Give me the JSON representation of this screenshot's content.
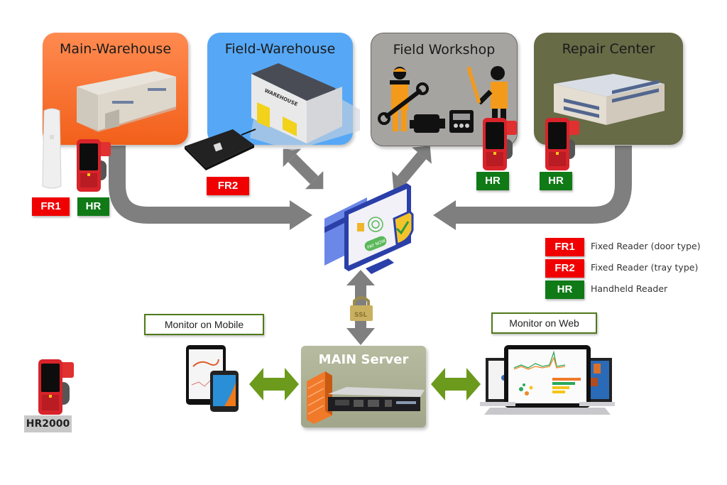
{
  "sites": [
    {
      "id": "main-warehouse",
      "title": "Main-Warehouse",
      "color": "#f26a22"
    },
    {
      "id": "field-warehouse",
      "title": "Field-Warehouse",
      "color": "#56a8f6"
    },
    {
      "id": "field-workshop",
      "title": "Field Workshop",
      "color": "#a6a4a1"
    },
    {
      "id": "repair-center",
      "title": "Repair Center",
      "color": "#676b46"
    }
  ],
  "tags": {
    "main_fr1": "FR1",
    "main_hr": "HR",
    "field_warehouse_fr2": "FR2",
    "workshop_hr": "HR",
    "repair_hr": "HR"
  },
  "legend": [
    {
      "code": "FR1",
      "label": "Fixed Reader (door type)",
      "color": "#f00000"
    },
    {
      "code": "FR2",
      "label": "Fixed Reader (tray type)",
      "color": "#f00000"
    },
    {
      "code": "HR",
      "label": "Handheld Reader",
      "color": "#0f7a16"
    }
  ],
  "center": {
    "pay_button": "PAY NOW",
    "lock_label": "SSL"
  },
  "server": {
    "title": "MAIN Server"
  },
  "monitor_mobile": {
    "label": "Monitor on Mobile"
  },
  "monitor_web": {
    "label": "Monitor on Web"
  },
  "device": {
    "model": "HR2000"
  },
  "warehouse_sign": "WAREHOUSE"
}
